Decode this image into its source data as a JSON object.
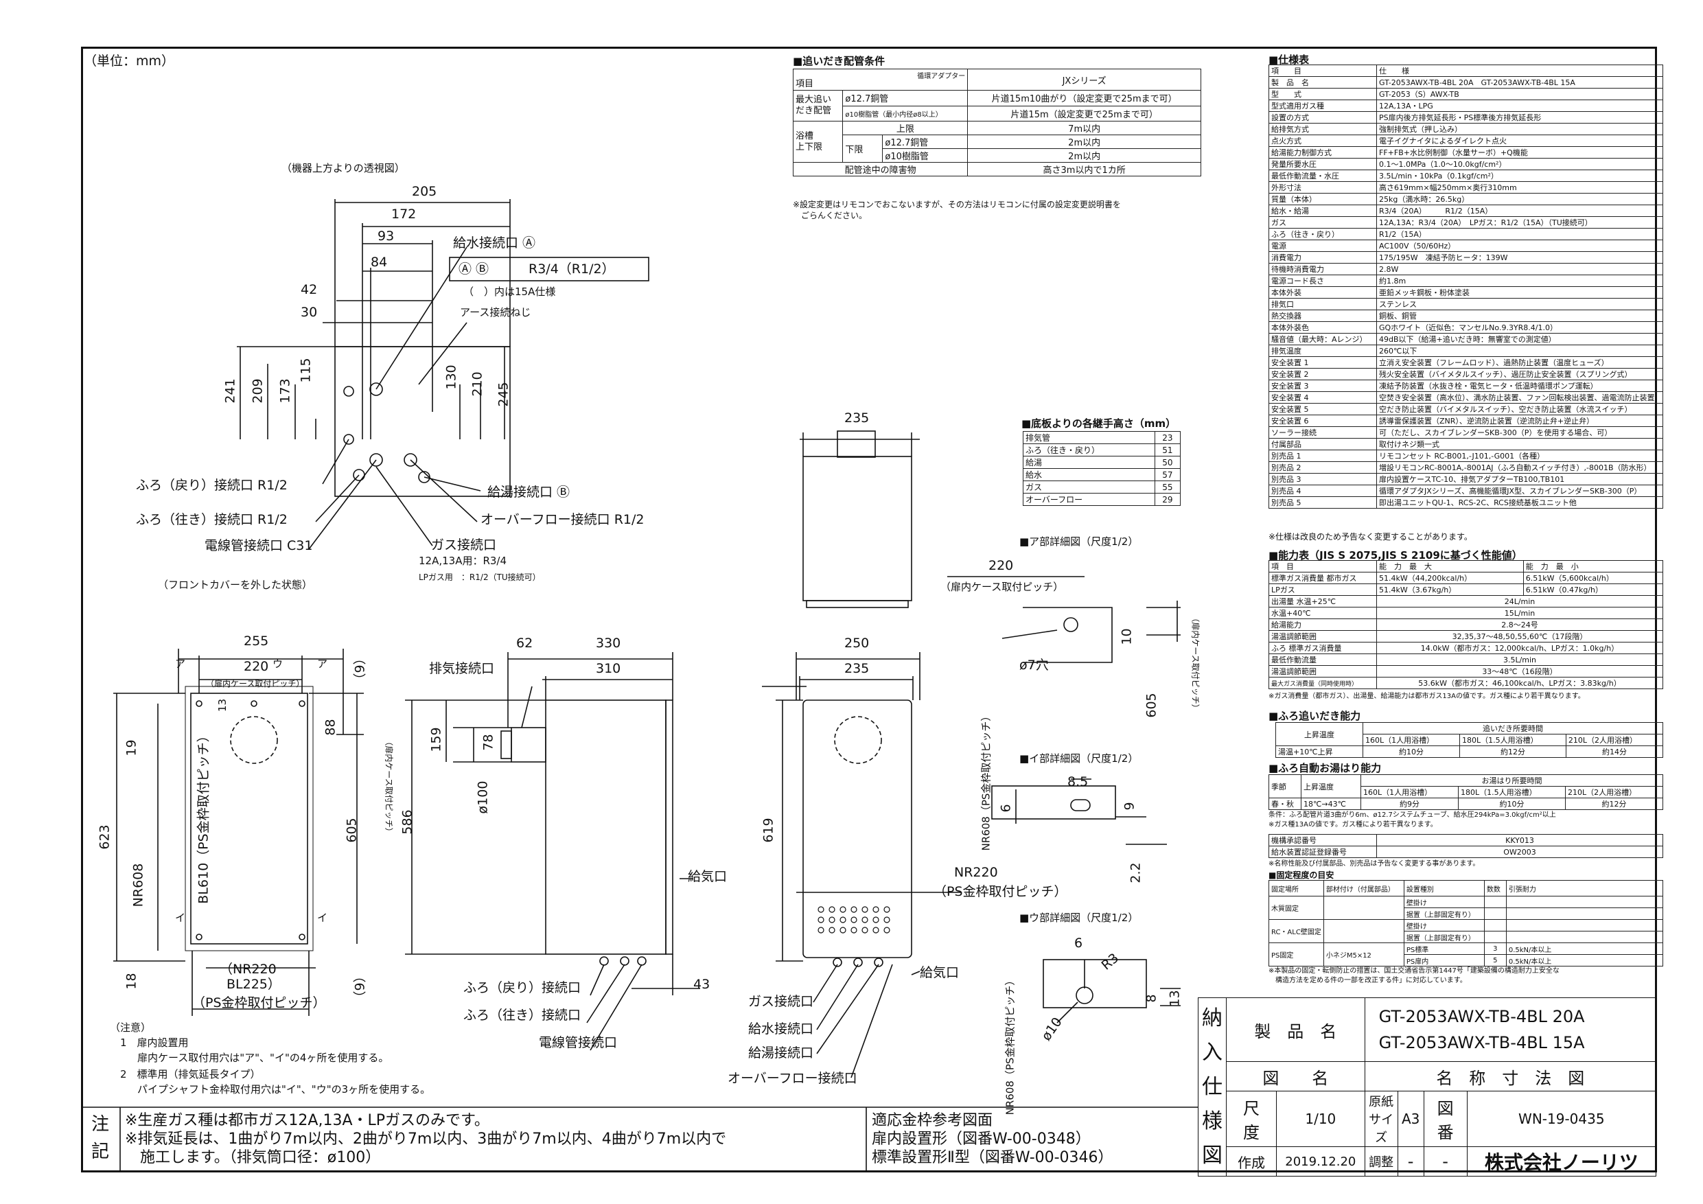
{
  "unit_label": "（単位：mm）",
  "view_top_title": "（機器上方よりの透視図）",
  "view_front_title": "（フロントカバーを外した状態）",
  "dims_top": [
    "205",
    "172",
    "93",
    "84",
    "42",
    "30",
    "241",
    "209",
    "173",
    "115",
    "130",
    "210",
    "245"
  ],
  "top_labels": {
    "water_in": "給水接続口 Ⓐ",
    "ab_spec": "Ⓐ Ⓑ",
    "ab_size": "R3/4（R1/2）",
    "paren_note": "（　）内は15A仕様",
    "earth": "アース接続ねじ",
    "bath_return": "ふろ（戻り）接続口 R1/2",
    "bath_out": "ふろ（往き）接続口 R1/2",
    "conduit": "電線管接続口 C31",
    "hot_out": "給湯接続口 Ⓑ",
    "overflow": "オーバーフロー接続口 R1/2",
    "gas": "ガス接続口",
    "gas_city": "12A,13A用：R3/4",
    "gas_lp": "LPガス用　：R1/2（TU接続可）"
  },
  "front_dims": [
    "255",
    "220",
    "（扉内ケース取付ピッチ）",
    "13",
    "88",
    "19",
    "623",
    "605",
    "（扉内ケース取付ピッチ）",
    "NR608",
    "BL610（PS金枠取付ピッチ）",
    "18",
    "（9）",
    "（9）",
    "（NR220",
    "BL225）",
    "（PS金枠取付ピッチ）"
  ],
  "front_marks": [
    "ア",
    "ウ",
    "ア",
    "イ",
    "イ"
  ],
  "side_labels": {
    "exhaust": "排気接続口",
    "d62": "62",
    "d330": "330",
    "d310": "310",
    "d78": "78",
    "d159": "159",
    "d100": "ø100",
    "d586": "586",
    "d43": "43",
    "intake": "給気口",
    "bath_r": "ふろ（戻り）接続口",
    "bath_o": "ふろ（往き）接続口",
    "conduit": "電線管接続口"
  },
  "right_labels": {
    "d235a": "235",
    "d250": "250",
    "d235b": "235",
    "d619": "619",
    "nr608": "NR608（PS金枠取付ピッチ）",
    "nr220": "NR220",
    "ps_pitch": "（PS金枠取付ピッチ）",
    "intake": "給気口",
    "gas": "ガス接続口",
    "water": "給水接続口",
    "hot": "給湯接続口",
    "overflow": "オーバーフロー接続口"
  },
  "detail": {
    "a_title": "■ア部詳細図（尺度1/2）",
    "a_220": "220",
    "a_pitch": "（扉内ケース取付ピッチ）",
    "a_10": "10",
    "a_hole": "ø7穴",
    "a_605": "605",
    "a_605sub": "（扉内ケース取付ピッチ）",
    "i_title": "■イ部詳細図（尺度1/2）",
    "i_85": "8.5",
    "i_6": "6",
    "i_9": "9",
    "i_22": "2.2",
    "u_title": "■ウ部詳細図（尺度1/2）",
    "u_6": "6",
    "u_r3": "R3",
    "u_8": "8",
    "u_13": "13",
    "u_10": "ø10",
    "u_nr": "NR608（PS金枠取付ピッチ）"
  },
  "heights": {
    "title": "■底板よりの各継手高さ（mm）",
    "rows": [
      [
        "排気管",
        "23"
      ],
      [
        "ふろ（往き・戻り）",
        "51"
      ],
      [
        "給湯",
        "50"
      ],
      [
        "給水",
        "57"
      ],
      [
        "ガス",
        "55"
      ],
      [
        "オーバーフロー",
        "29"
      ]
    ]
  },
  "reheat": {
    "title": "■追いだき配管条件",
    "adapter": "循環アダプター",
    "item": "項目",
    "series": "JXシリーズ",
    "r1a": "最大追い",
    "r1b": "だき配管",
    "r1c": "ø12.7銅管",
    "r1v": "片道15m10曲がり（設定変更で25mまで可）",
    "r2c": "ø10樹脂管（最小内径ø8以上）",
    "r2v": "片道15m（設定変更で25mまで可）",
    "r3a": "浴槽",
    "r3b": "上下限",
    "r3c": "上限",
    "r3v": "7m以内",
    "r4c": "下限",
    "r4d": "ø12.7銅管",
    "r4v": "2m以内",
    "r5d": "ø10樹脂管",
    "r5v": "2m以内",
    "r6c": "配管途中の障害物",
    "r6v": "高さ3m以内で1カ所",
    "note1": "※設定変更はリモコンでおこないますが、その方法はリモコンに付属の設定変更説明書を",
    "note2": "　ごらんください。"
  },
  "spec": {
    "title": "■仕様表",
    "rows": [
      [
        "項　　目",
        "仕　　様"
      ],
      [
        "製　品　名",
        "GT-2053AWX-TB-4BL 20A　GT-2053AWX-TB-4BL 15A"
      ],
      [
        "型　　式",
        "GT-2053（S）AWX-TB"
      ],
      [
        "型式適用ガス種",
        "12A,13A・LPG"
      ],
      [
        "設置の方式",
        "PS扉内後方排気延長形・PS標準後方排気延長形"
      ],
      [
        "給排気方式",
        "強制排気式（押し込み）"
      ],
      [
        "点火方式",
        "電子イグナイタによるダイレクト点火"
      ],
      [
        "給湯能力制御方式",
        "FF+FB+水比例制御（水量サーボ）+Q機能"
      ],
      [
        "発量所要水圧",
        "0.1～1.0MPa（1.0～10.0kgf/cm²）"
      ],
      [
        "最低作動流量・水圧",
        "3.5L/min・10kPa（0.1kgf/cm²）"
      ],
      [
        "外形寸法",
        "高さ619mm×幅250mm×奥行310mm"
      ],
      [
        "質量（本体）",
        "25kg（満水時：26.5kg）"
      ],
      [
        "給水・給湯",
        "R3/4（20A）　　　R1/2（15A）"
      ],
      [
        "ガス",
        "12A,13A：R3/4（20A）　LPガス：R1/2（15A）（TU接続可）"
      ],
      [
        "ふろ（往き・戻り）",
        "R1/2（15A）"
      ],
      [
        "電源",
        "AC100V（50/60Hz）"
      ],
      [
        "消費電力",
        "175/195W　凍結予防ヒータ：139W"
      ],
      [
        "待機時消費電力",
        "2.8W"
      ],
      [
        "電源コード長さ",
        "約1.8m"
      ],
      [
        "本体外装",
        "亜鉛メッキ鋼板・粉体塗装"
      ],
      [
        "排気口",
        "ステンレス"
      ],
      [
        "熱交換器",
        "銅板、銅管"
      ],
      [
        "本体外装色",
        "GQホワイト（近似色：マンセルNo.9.3YR8.4/1.0）"
      ],
      [
        "騒音値（最大時：Aレンジ）",
        "49dB以下（給湯+追いだき時：無響室での測定値）"
      ],
      [
        "排気温度",
        "260℃以下"
      ],
      [
        "安全装置 1",
        "立消え安全装置（フレームロッド）、過熱防止装置（温度ヒューズ）"
      ],
      [
        "安全装置 2",
        "残火安全装置（バイメタルスイッチ）、過圧防止安全装置（スプリング式）"
      ],
      [
        "安全装置 3",
        "凍結予防装置（水抜き栓・電気ヒータ・低温時循環ポンプ運転）"
      ],
      [
        "安全装置 4",
        "空焚き安全装置（高水位）、満水防止装置、ファン回転検出装置、過電流防止装置"
      ],
      [
        "安全装置 5",
        "空だき防止装置（バイメタルスイッチ）、空だき防止装置（水流スイッチ）"
      ],
      [
        "安全装置 6",
        "誘導雷保護装置（ZNR）、逆流防止装置（逆流防止弁+逆止弁）"
      ],
      [
        "ソーラー接続",
        "可（ただし、スカイブレンダーSKB-300（P）を使用する場合、可）"
      ],
      [
        "付属部品",
        "取付けネジ類一式"
      ],
      [
        "別売品 1",
        "リモコンセット RC-B001,-J101,-G001（各種）"
      ],
      [
        "別売品 2",
        "増設リモコンRC-8001A,-8001AJ（ふろ自動スイッチ付き）,-8001B（防水形）"
      ],
      [
        "別売品 3",
        "扉内設置ケースTC-10、排気アダプターTB100,TB101"
      ],
      [
        "別売品 4",
        "循環アダプタJXシリーズ、高機能循環JX型、スカイブレンダーSKB-300（P）"
      ],
      [
        "別売品 5",
        "即出湯ユニットQU-1、RCS-2C、RCS接続基板ユニット他"
      ]
    ],
    "footnote": "※仕様は改良のため予告なく変更することがあります。"
  },
  "capacity": {
    "title": "■能力表（JIS S 2075,JIS S 2109に基づく性能値）",
    "head": [
      "項　目",
      "能　力　最　大",
      "能　力　最　小"
    ],
    "rows": [
      [
        "標準ガス消費量 都市ガス",
        "51.4kW（44,200kcal/h）",
        "6.51kW（5,600kcal/h）"
      ],
      [
        "LPガス",
        "51.4kW（3.67kg/h）",
        "6.51kW（0.47kg/h）"
      ],
      [
        "出湯量 水温+25℃",
        "24L/min",
        ""
      ],
      [
        "水温+40℃",
        "15L/min",
        ""
      ],
      [
        "給湯能力",
        "2.8～24号",
        ""
      ],
      [
        "湯温調節範囲",
        "32,35,37～48,50,55,60℃（17段階）",
        ""
      ],
      [
        "ふろ 標準ガス消費量",
        "14.0kW（都市ガス：12,000kcal/h、LPガス：1.0kg/h）",
        ""
      ],
      [
        "最低作動流量",
        "3.5L/min",
        ""
      ],
      [
        "湯温調節範囲",
        "33～48℃（16段階）",
        ""
      ],
      [
        "最大ガス消費量（同時使用時）",
        "53.6kW（都市ガス：46,100kcal/h、LPガス：3.83kg/h）",
        ""
      ]
    ],
    "note": "※ガス消費量（都市ガス）、出湯量、給湯能力は都市ガス13Aの値です。ガス種により若干異なります。"
  },
  "reheat_cap": {
    "title": "■ふろ追いだき能力",
    "h1": "上昇温度",
    "h2": "追いだき所要時間",
    "cols": [
      "160L（1人用浴槽）",
      "180L（1.5人用浴槽）",
      "210L（2人用浴槽）"
    ],
    "row": [
      "湯温+10℃上昇",
      "約10分",
      "約12分",
      "約14分"
    ]
  },
  "auto_fill": {
    "title": "■ふろ自動お湯はり能力",
    "h1": "季節",
    "h2": "上昇温度",
    "h3": "お湯はり所要時間",
    "cols": [
      "160L（1人用浴槽）",
      "180L（1.5人用浴槽）",
      "210L（2人用浴槽）"
    ],
    "row": [
      "春・秋",
      "18℃→43℃",
      "約9分",
      "約10分",
      "約12分"
    ],
    "note1": "条件：ふろ配管片道3曲がり6m、ø12.7システムチューブ、給水圧294kPa=3.0kgf/cm²以上",
    "note2": "※ガス種13Aの値です。ガス種により若干異なります。"
  },
  "approval": {
    "r1": [
      "機構承認番号",
      "KKY013"
    ],
    "r2": [
      "給水装置認証登録番号",
      "OW2003"
    ],
    "note": "※名称性能及び付属部品、別売品は予告なく変更する事があります。"
  },
  "fixing": {
    "title": "■固定程度の目安",
    "head": [
      "固定場所",
      "部材付け（付属部品）",
      "設置種別",
      "数数",
      "引張耐力"
    ],
    "rows": [
      [
        "木質固定",
        "",
        "壁掛け",
        "",
        ""
      ],
      [
        "",
        "",
        "据置（上部固定有り）",
        "",
        ""
      ],
      [
        "RC・ALC壁固定",
        "",
        "壁掛け",
        "",
        ""
      ],
      [
        "",
        "",
        "据置（上部固定有り）",
        "",
        ""
      ],
      [
        "PS固定",
        "小ネジM5×12",
        "PS標準",
        "3",
        "0.5kN/本以上"
      ],
      [
        "",
        "",
        "PS扉内",
        "5",
        "0.5kN/本以上"
      ]
    ],
    "note1": "※本製品の固定・転倒防止の措置は、国土交通省告示第1447号「建築設備の構造耐力上安全な",
    "note2": "　構造方法を定める件の一部を改正する件」に対応しています。"
  },
  "notes_left": {
    "head": "（注意）",
    "n1": "1　扉内設置用",
    "n1b": "扉内ケース取付用穴は\"ア\"、\"イ\"の4ヶ所を使用する。",
    "n2": "2　標準用（排気延長タイプ）",
    "n2b": "パイプシャフト金枠取付用穴は\"イ\"、\"ウ\"の3ヶ所を使用する。"
  },
  "bottom": {
    "chu": "注",
    "ki": "記",
    "l1": "※生産ガス種は都市ガス12A,13A・LPガスのみです。",
    "l2": "※排気延長は、1曲がり7m以内、2曲がり7m以内、3曲がり7m以内、4曲がり7m以内で",
    "l3": "施工します。（排気筒口径：ø100）",
    "ref_title": "適応金枠参考図面",
    "ref1": "扉内設置形（図番W-00-0348）",
    "ref2": "標準設置形Ⅱ型（図番W-00-0346）"
  },
  "titleblock": {
    "side": [
      "納",
      "入",
      "仕",
      "様",
      "図"
    ],
    "product_label": "製　品　名",
    "product1": "GT-2053AWX-TB-4BL 20A",
    "product2": "GT-2053AWX-TB-4BL 15A",
    "fig_label": "図　　名",
    "fig_name": "名　称　寸　法　図",
    "scale_label": "尺　度",
    "scale": "1/10",
    "paper_label": "原紙サイズ",
    "paper": "A3",
    "dwg_label": "図　番",
    "dwg": "WN-19-0435",
    "made_label": "作成",
    "made": "2019.12.20",
    "adj_label": "調整",
    "adj1": "-",
    "adj2": "-",
    "company": "株式会社ノーリツ"
  }
}
